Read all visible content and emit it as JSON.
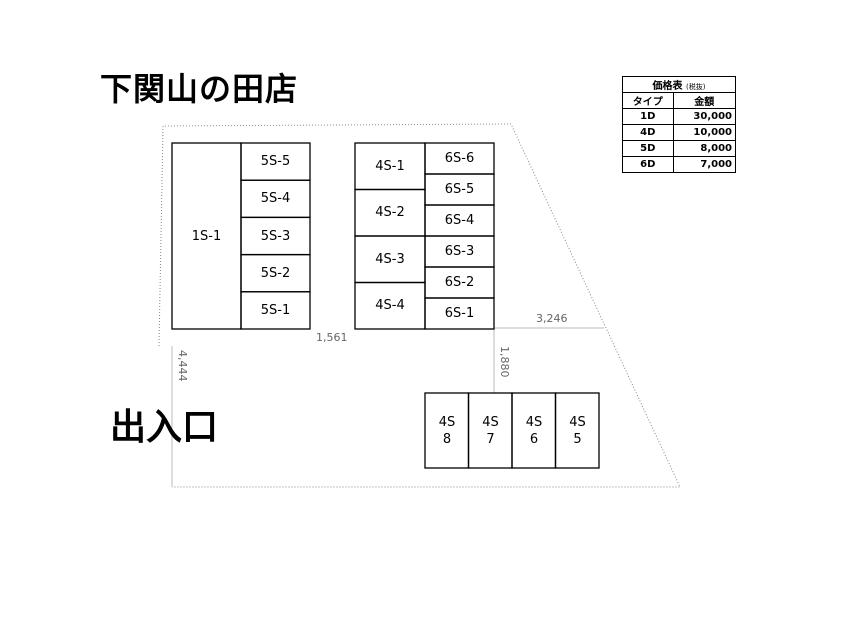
{
  "title": "下関山の田店",
  "entrance_label": "出入口",
  "price_table": {
    "caption": "価格表",
    "caption_note": "(税抜)",
    "headers": [
      "タイプ",
      "金額"
    ],
    "rows": [
      {
        "type": "1D",
        "price": "30,000"
      },
      {
        "type": "4D",
        "price": "10,000"
      },
      {
        "type": "5D",
        "price": "8,000"
      },
      {
        "type": "6D",
        "price": "7,000"
      }
    ]
  },
  "units": {
    "u_1s1": "1S-1",
    "u_5s5": "5S-5",
    "u_5s4": "5S-4",
    "u_5s3": "5S-3",
    "u_5s2": "5S-2",
    "u_5s1": "5S-1",
    "u_4s1": "4S-1",
    "u_4s2": "4S-2",
    "u_4s3": "4S-3",
    "u_4s4": "4S-4",
    "u_6s6": "6S-6",
    "u_6s5": "6S-5",
    "u_6s4": "6S-4",
    "u_6s3": "6S-3",
    "u_6s2": "6S-2",
    "u_6s1": "6S-1",
    "u_4s8": "4S\n8",
    "u_4s7": "4S\n7",
    "u_4s6": "4S\n6",
    "u_4s5": "4S\n5"
  },
  "dimensions": {
    "d1": "1,561",
    "d2": "3,246",
    "d3": "4,444",
    "d4": "1,880"
  }
}
